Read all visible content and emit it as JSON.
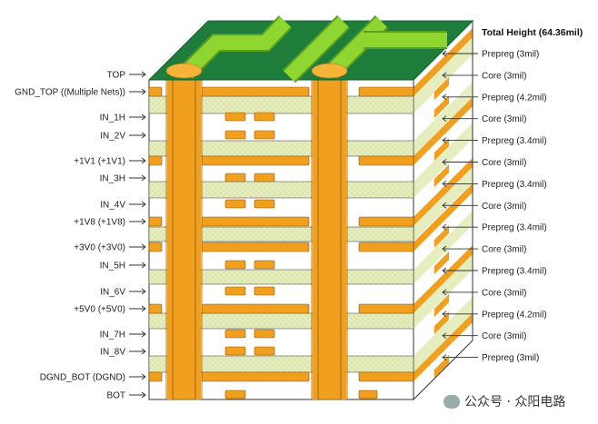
{
  "diagram": {
    "total_height_label": "Total Height (64.36mil)",
    "left_labels": [
      "TOP",
      "GND_TOP ((Multiple Nets))",
      "IN_1H",
      "IN_2V",
      "+1V1 (+1V1)",
      "IN_3H",
      "IN_4V",
      "+1V8 (+1V8)",
      "+3V0 (+3V0)",
      "IN_5H",
      "IN_6V",
      "+5V0 (+5V0)",
      "IN_7H",
      "IN_8V",
      "DGND_BOT (DGND)",
      "BOT"
    ],
    "right_labels": [
      "Prepreg (3mil)",
      "Core (3mil)",
      "Prepreg (4.2mil)",
      "Core (3mil)",
      "Prepreg (3.4mil)",
      "Core (3mil)",
      "Prepreg (3.4mil)",
      "Core (3mil)",
      "Prepreg (3.4mil)",
      "Core (3mil)",
      "Prepreg (3.4mil)",
      "Core (3mil)",
      "Prepreg (4.2mil)",
      "Core (3mil)",
      "Prepreg (3mil)"
    ],
    "colors": {
      "solder_mask": "#1f7d3c",
      "top_trace": "#8fd631",
      "copper": "#f0a01e",
      "prepreg": "#e6edbf",
      "core": "#ffffff"
    }
  },
  "watermark": {
    "text": "公众号 · 众阳电路",
    "icon": "wechat-icon"
  }
}
